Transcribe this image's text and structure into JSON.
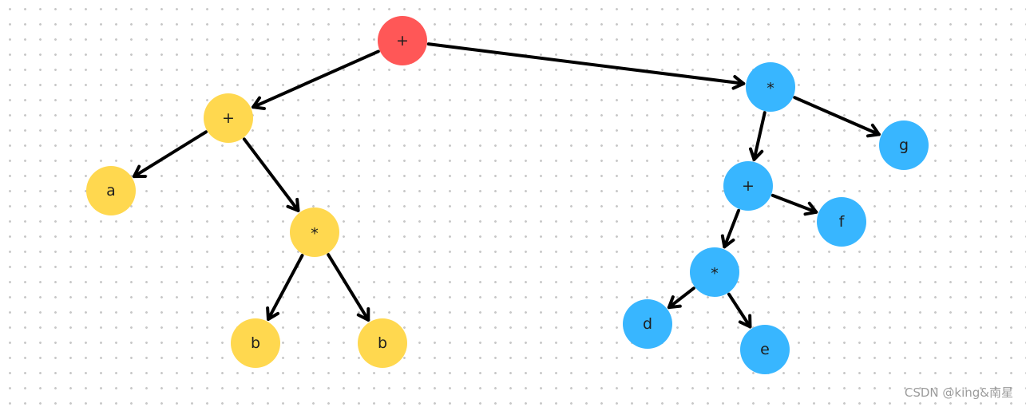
{
  "colors": {
    "root": "#ff5757",
    "left_subtree": "#ffd84f",
    "right_subtree": "#38b6ff",
    "edge": "#000000"
  },
  "nodes": [
    {
      "id": "n1",
      "label": "+",
      "group": "root"
    },
    {
      "id": "n2",
      "label": "+",
      "group": "left_subtree"
    },
    {
      "id": "n3",
      "label": "a",
      "group": "left_subtree"
    },
    {
      "id": "n4",
      "label": "*",
      "group": "left_subtree"
    },
    {
      "id": "n5",
      "label": "b",
      "group": "left_subtree"
    },
    {
      "id": "n6",
      "label": "b",
      "group": "left_subtree"
    },
    {
      "id": "n7",
      "label": "*",
      "group": "right_subtree"
    },
    {
      "id": "n8",
      "label": "g",
      "group": "right_subtree"
    },
    {
      "id": "n9",
      "label": "+",
      "group": "right_subtree"
    },
    {
      "id": "n10",
      "label": "f",
      "group": "right_subtree"
    },
    {
      "id": "n11",
      "label": "*",
      "group": "right_subtree"
    },
    {
      "id": "n12",
      "label": "d",
      "group": "right_subtree"
    },
    {
      "id": "n13",
      "label": "e",
      "group": "right_subtree"
    }
  ],
  "edges": [
    {
      "from": "n1",
      "to": "n2"
    },
    {
      "from": "n1",
      "to": "n7"
    },
    {
      "from": "n2",
      "to": "n3"
    },
    {
      "from": "n2",
      "to": "n4"
    },
    {
      "from": "n4",
      "to": "n5"
    },
    {
      "from": "n4",
      "to": "n6"
    },
    {
      "from": "n7",
      "to": "n9"
    },
    {
      "from": "n7",
      "to": "n8"
    },
    {
      "from": "n9",
      "to": "n11"
    },
    {
      "from": "n9",
      "to": "n10"
    },
    {
      "from": "n11",
      "to": "n12"
    },
    {
      "from": "n11",
      "to": "n13"
    }
  ],
  "watermark": "CSDN @king&南星"
}
